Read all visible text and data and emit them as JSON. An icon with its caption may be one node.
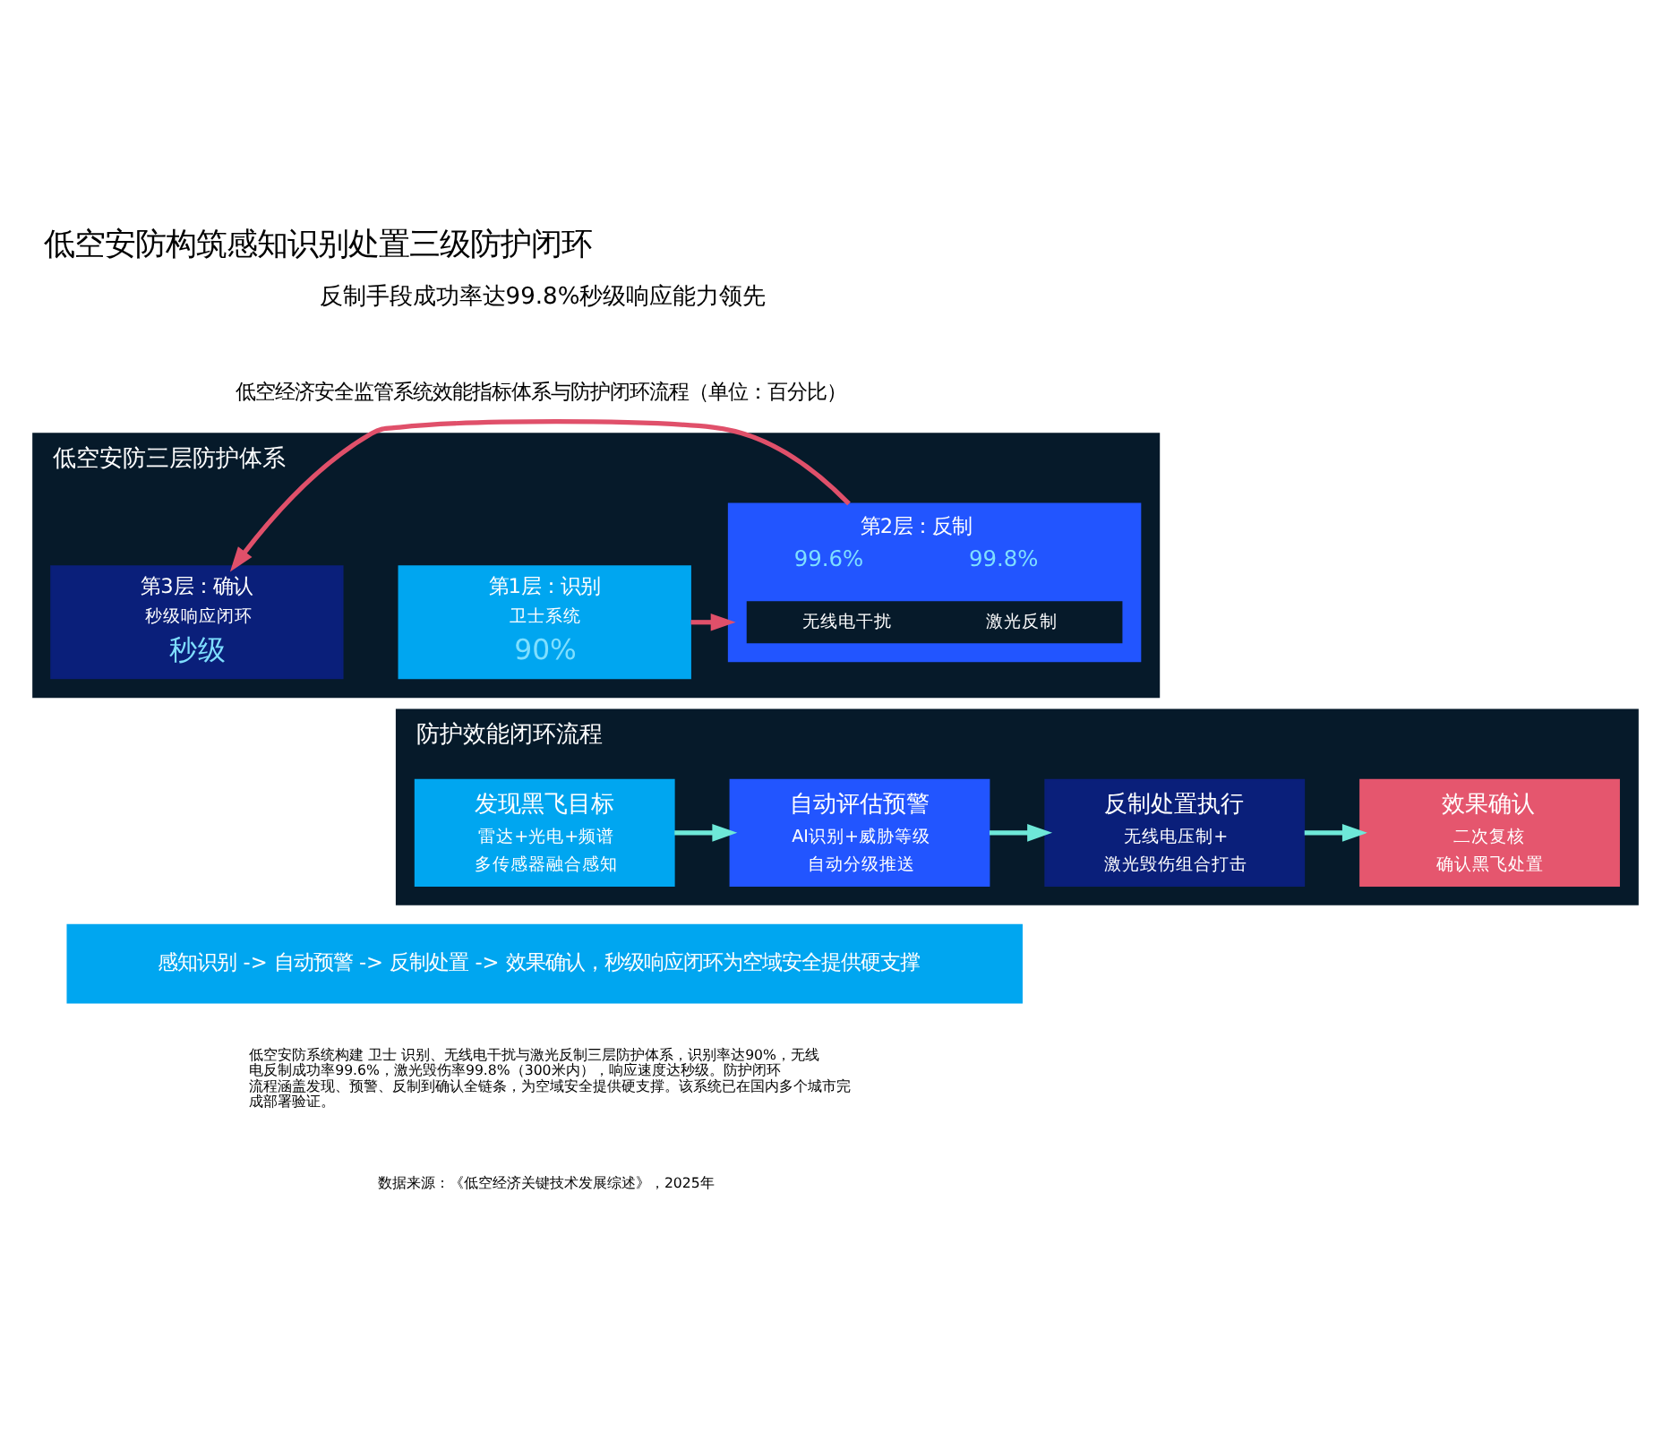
{
  "diagram": {
    "title": "低空安防构筑感知识别处置三级防护闭环",
    "nodes": [
      {
        "text": [
          "低空安防三层防护体系"
        ]
      },
      {
        "text": [
          "第1层：识别",
          "卫士系统",
          "90%"
        ],
        "in": 0
      },
      {
        "text": [
          "第2层：反制",
          "99.6%",
          "99.8%"
        ],
        "in": 0
      },
      {
        "text": [
          "无线电干扰",
          "激光反制"
        ],
        "in": 2
      },
      {
        "text": [
          "第3层：确认",
          "秒级响应闭环",
          "秒级"
        ],
        "in": 0
      },
      {
        "text": [
          "防护效能闭环流程"
        ]
      },
      {
        "text": [
          "发现黑飞目标",
          "雷达+光电+频谱",
          "多传感器融合感知"
        ],
        "in": 5
      },
      {
        "text": [
          "自动评估预警",
          "AI识别+威胁等级",
          "自动分级推送"
        ],
        "in": 5
      },
      {
        "text": [
          "反制处置执行",
          "无线电压制+",
          "激光毁伤组合打击"
        ],
        "in": 5
      },
      {
        "text": [
          "效果确认",
          "二次复核",
          "确认黑飞处置"
        ],
        "in": 5
      },
      {
        "text": [
          "感知识别 -> 自动预警 -> 反制处置 -> 效果确认，秒级响应闭环为空域安全提供硬支撑"
        ]
      }
    ],
    "edges": [
      {
        "from": 1,
        "to": 2,
        "arrow": "to",
        "color": "#e0506a"
      },
      {
        "from": 2,
        "to": 4,
        "arrow": "to",
        "color": "#e0506a"
      },
      {
        "from": 6,
        "to": 7,
        "arrow": "to",
        "color": "#6ee8d8"
      },
      {
        "from": 7,
        "to": 8,
        "arrow": "to",
        "color": "#6ee8d8"
      },
      {
        "from": 8,
        "to": 9,
        "arrow": "to",
        "color": "#6ee8d8"
      }
    ],
    "labels": [
      "反制手段成功率达99.8%秒级响应能力领先",
      "低空经济安全监管系统效能指标体系与防护闭环流程（单位：百分比）",
      "低空安防系统构建 卫士 识别、无线电干扰与激光反制三层防护体系，识别率达90%，无线电反制成功率99.6%，激光毁伤率99.8%（300米内），响应速度达秒级。防护闭环流程涵盖发现、预警、反制到确认全链条，为空域安全提供硬支撑。该系统已在国内多个城市完成部署验证。",
      "数据来源：《低空经济关键技术发展综述》，2025年"
    ]
  }
}
